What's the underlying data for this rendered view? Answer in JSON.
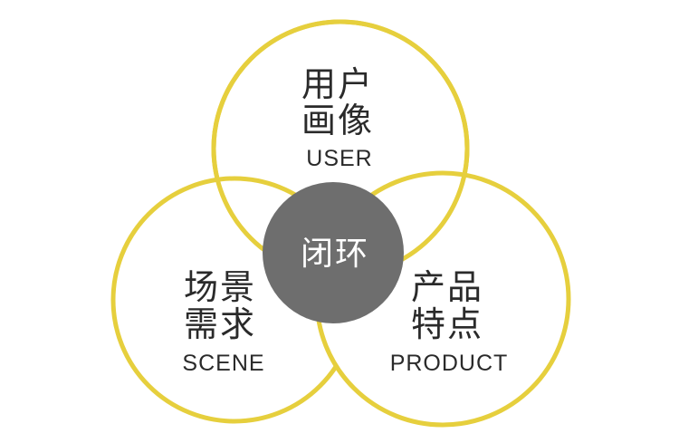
{
  "colors": {
    "ring": "#e6cf3d",
    "center_fill": "#6e6e6e",
    "text": "#2a2a2a",
    "center_text": "#ffffff",
    "background": "#ffffff"
  },
  "circles": {
    "user": {
      "line1": "用户",
      "line2": "画像",
      "english": "USER"
    },
    "scene": {
      "line1": "场景",
      "line2": "需求",
      "english": "SCENE"
    },
    "product": {
      "line1": "产品",
      "line2": "特点",
      "english": "PRODUCT"
    }
  },
  "center": {
    "label": "闭环"
  }
}
